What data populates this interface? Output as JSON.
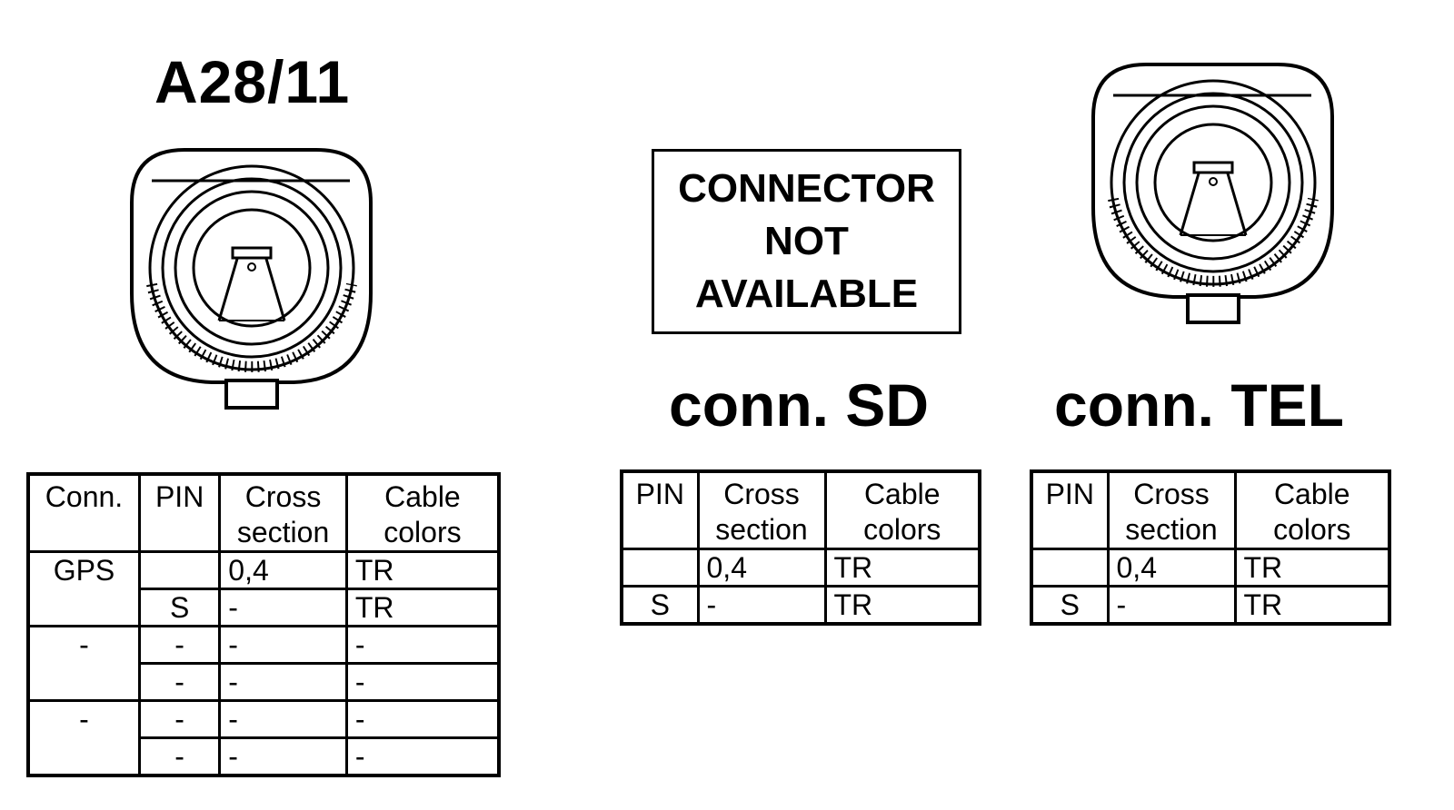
{
  "left": {
    "title": "A28/11",
    "table": {
      "headers": [
        "Conn.",
        "PIN",
        "Cross section",
        "Cable colors"
      ],
      "rows": [
        [
          "GPS",
          "",
          "0,4",
          "TR"
        ],
        [
          "",
          "S",
          "-",
          "TR"
        ],
        [
          "-",
          "-",
          "-",
          "-"
        ],
        [
          "",
          "-",
          "-",
          "-"
        ],
        [
          "-",
          "-",
          "-",
          "-"
        ],
        [
          "",
          "-",
          "-",
          "-"
        ]
      ]
    }
  },
  "middle": {
    "notice_lines": [
      "CONNECTOR",
      "NOT",
      "AVAILABLE"
    ],
    "title": "conn. SD",
    "table": {
      "headers": [
        "PIN",
        "Cross section",
        "Cable colors"
      ],
      "rows": [
        [
          "",
          "0,4",
          "TR"
        ],
        [
          "S",
          "-",
          "TR"
        ]
      ]
    }
  },
  "right": {
    "title": "conn. TEL",
    "table": {
      "headers": [
        "PIN",
        "Cross section",
        "Cable colors"
      ],
      "rows": [
        [
          "",
          "0,4",
          "TR"
        ],
        [
          "S",
          "-",
          "TR"
        ]
      ]
    }
  },
  "icons": {
    "left_connector": "coaxial-connector-icon",
    "right_connector": "coaxial-connector-icon"
  }
}
